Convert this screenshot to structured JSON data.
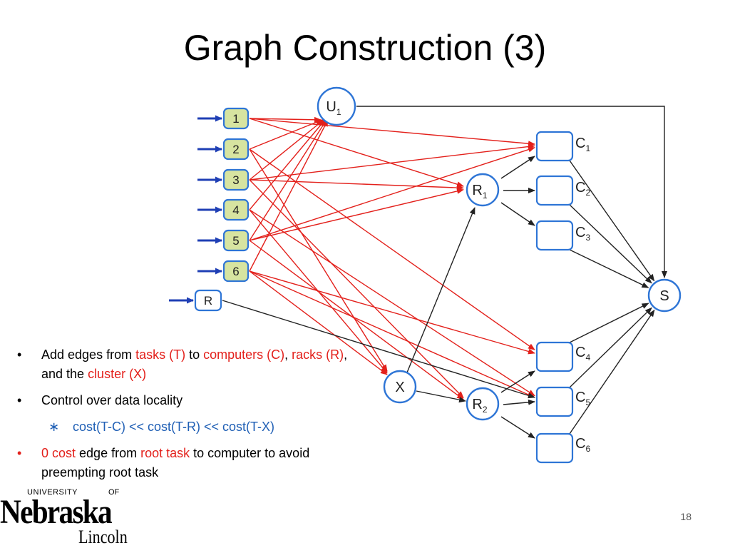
{
  "slide": {
    "title": "Graph Construction (3)",
    "page_number": "18"
  },
  "diagram": {
    "task_nodes": [
      "1",
      "2",
      "3",
      "4",
      "5",
      "6"
    ],
    "root_node": "R",
    "cluster_node": "X",
    "unscheduled_node": {
      "base": "U",
      "sub": "1"
    },
    "rack_nodes": [
      {
        "base": "R",
        "sub": "1"
      },
      {
        "base": "R",
        "sub": "2"
      }
    ],
    "computer_nodes": [
      {
        "base": "C",
        "sub": "1"
      },
      {
        "base": "C",
        "sub": "2"
      },
      {
        "base": "C",
        "sub": "3"
      },
      {
        "base": "C",
        "sub": "4"
      },
      {
        "base": "C",
        "sub": "5"
      },
      {
        "base": "C",
        "sub": "6"
      }
    ],
    "sink_node": "S",
    "colors": {
      "task_fill": "#d7e4a0",
      "node_border": "#2e75d6",
      "red_edge": "#e3201b",
      "black_edge": "#222222",
      "input_arrow": "#1f3fb5"
    }
  },
  "bullets": [
    {
      "level": 1,
      "marker": "•",
      "segments": [
        {
          "text": "Add edges from ",
          "color": "black"
        },
        {
          "text": "tasks (T)",
          "color": "red"
        },
        {
          "text": " to ",
          "color": "black"
        },
        {
          "text": "computers (C)",
          "color": "red"
        },
        {
          "text": ", ",
          "color": "black"
        },
        {
          "text": "racks (R)",
          "color": "red"
        },
        {
          "text": ",  and the ",
          "color": "black"
        },
        {
          "text": "cluster (X)",
          "color": "red"
        }
      ]
    },
    {
      "level": 1,
      "marker": "•",
      "segments": [
        {
          "text": "Control over data locality",
          "color": "black"
        }
      ]
    },
    {
      "level": 2,
      "marker": "∗",
      "segments": [
        {
          "text": "cost(T-C) << cost(T-R) << cost(T-X)",
          "color": "blue"
        }
      ]
    },
    {
      "level": 1,
      "marker": "•",
      "marker_color": "red",
      "segments": [
        {
          "text": "0 cost",
          "color": "red"
        },
        {
          "text": " edge from ",
          "color": "black"
        },
        {
          "text": "root task",
          "color": "red"
        },
        {
          "text": " to computer to avoid preempting root task",
          "color": "black"
        }
      ]
    }
  ],
  "logo": {
    "university": "UNIVERSITY",
    "of": "OF",
    "name": "Nebraska",
    "campus": "Lincoln"
  }
}
